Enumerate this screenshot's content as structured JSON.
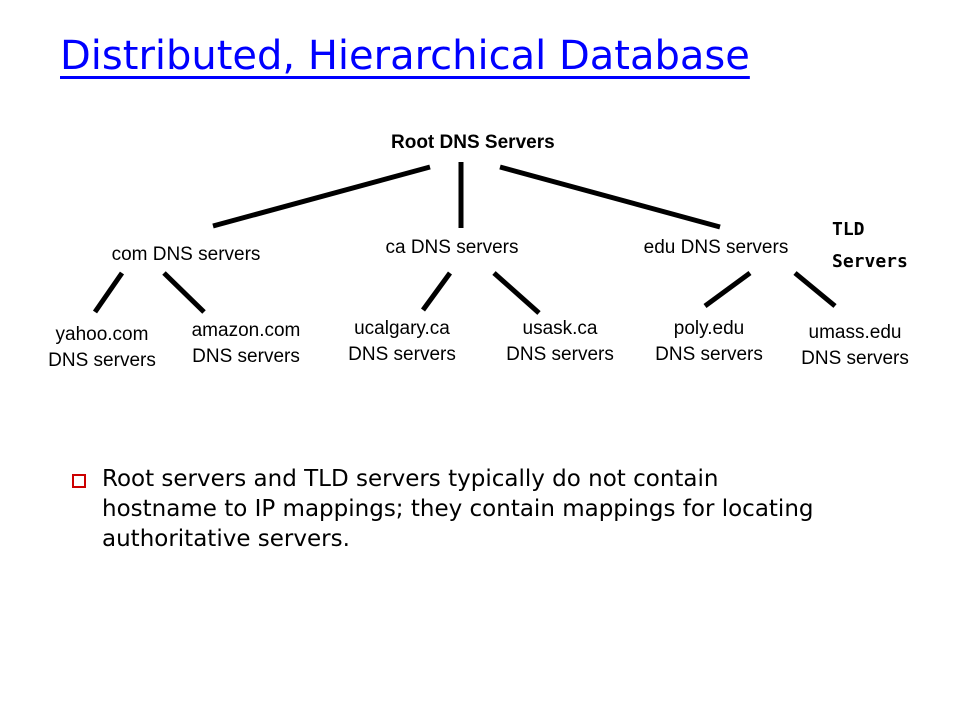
{
  "title": "Distributed, Hierarchical Database",
  "diagram": {
    "root": "Root DNS Servers",
    "tld_label": [
      "TLD",
      "Servers"
    ],
    "tld_nodes": {
      "com": "com DNS servers",
      "ca": "ca DNS servers",
      "edu": "edu DNS servers"
    },
    "leaves": {
      "yahoo": [
        "yahoo.com",
        "DNS servers"
      ],
      "amazon": [
        "amazon.com",
        "DNS servers"
      ],
      "ucalgary": [
        "ucalgary.ca",
        "DNS servers"
      ],
      "usask": [
        "usask.ca",
        "DNS servers"
      ],
      "poly": [
        "poly.edu",
        "DNS servers"
      ],
      "umass": [
        "umass.edu",
        "DNS servers"
      ]
    }
  },
  "bullets": [
    "Root servers and TLD servers typically do not contain hostname to IP mappings; they contain mappings for locating authoritative servers."
  ],
  "colors": {
    "title": "#0000ff",
    "bullet": "#cc0000",
    "lines": "#000000"
  }
}
